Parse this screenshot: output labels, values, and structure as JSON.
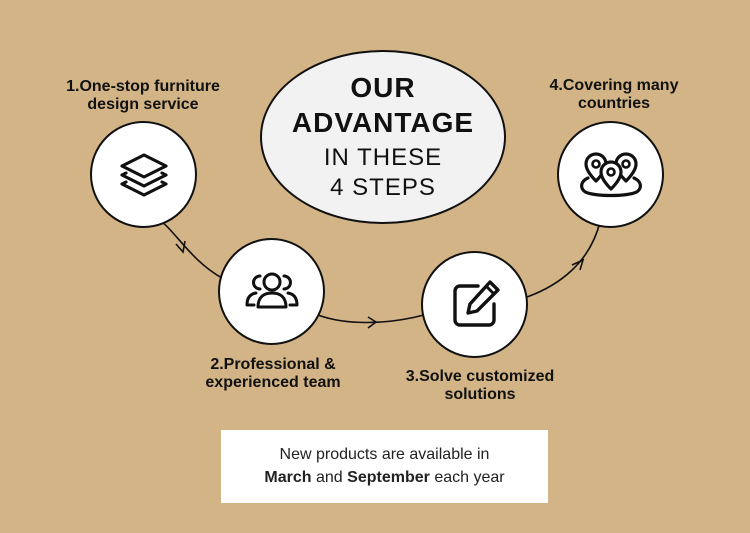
{
  "title": {
    "line1": "OUR",
    "line2": "ADVANTAGE",
    "line3": "IN THESE",
    "line4": "4 STEPS"
  },
  "steps": [
    {
      "line1": "1.One-stop furniture",
      "line2": "design service",
      "icon": "layers-icon"
    },
    {
      "line1": "2.Professional &",
      "line2": "experienced team",
      "icon": "team-icon"
    },
    {
      "line1": "3.Solve customized",
      "line2": "solutions",
      "icon": "edit-icon"
    },
    {
      "line1": "4.Covering many",
      "line2": "countries",
      "icon": "map-pins-icon"
    }
  ],
  "note": {
    "line1": "New products are available in",
    "month1": "March",
    "and": "and",
    "month2": "September",
    "suffix": "each year"
  },
  "colors": {
    "background": "#d2b486",
    "circle_fill": "#ffffff",
    "outline": "#111111"
  }
}
